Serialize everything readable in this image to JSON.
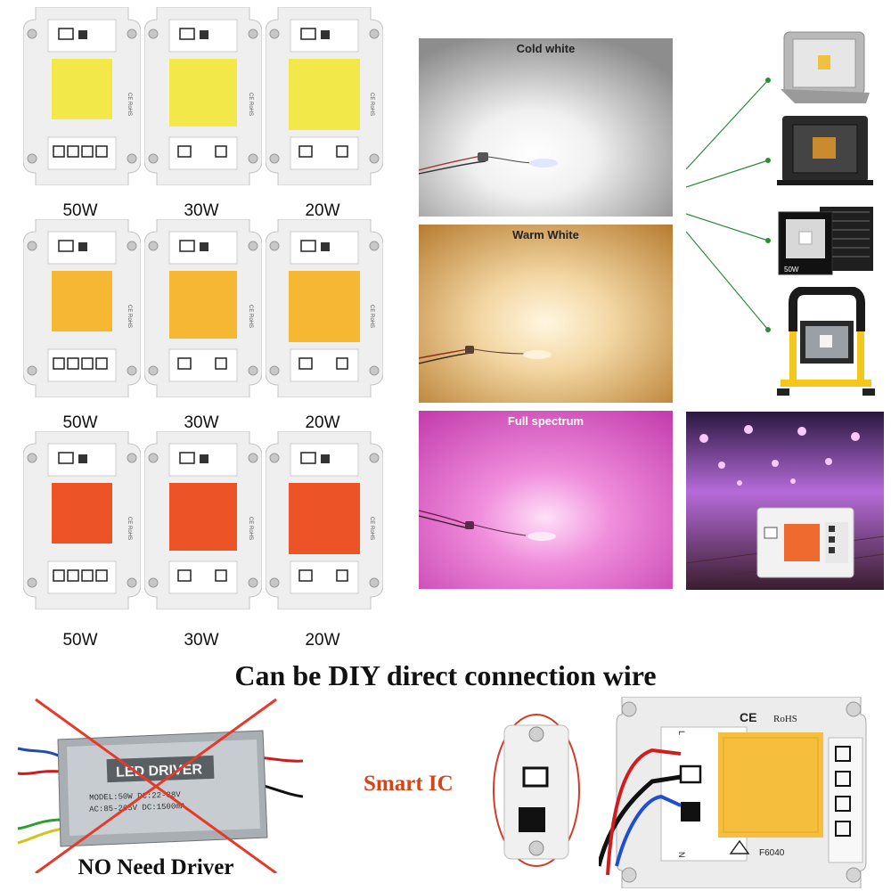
{
  "chips": {
    "watts": [
      "50W",
      "30W",
      "20W"
    ],
    "rows": [
      {
        "color": "#f2e84a",
        "name": "cold-white"
      },
      {
        "color": "#f6b732",
        "name": "warm-white"
      },
      {
        "color": "#ec5326",
        "name": "full-spectrum"
      }
    ],
    "marking": "CE RoHS"
  },
  "panels": [
    {
      "title": "Cold white",
      "bg": "#d9d9d9"
    },
    {
      "title": "Warm White",
      "bg": "#e3b56e"
    },
    {
      "title": "Full spectrum",
      "bg": "#e76fd0"
    }
  ],
  "headline": "Can be DIY direct connection wire",
  "driver": {
    "label": "LED DRIVER",
    "spec1": "MODEL:50W DC:22-38V",
    "spec2": "AC:85-265V DC:1500mA",
    "caption": "NO Need Driver"
  },
  "smart_ic": "Smart IC",
  "module": {
    "ce": "CE",
    "rohs": "RoHS",
    "model": "F6040",
    "l": "L",
    "n": "N"
  },
  "lamp_badge": "50W"
}
